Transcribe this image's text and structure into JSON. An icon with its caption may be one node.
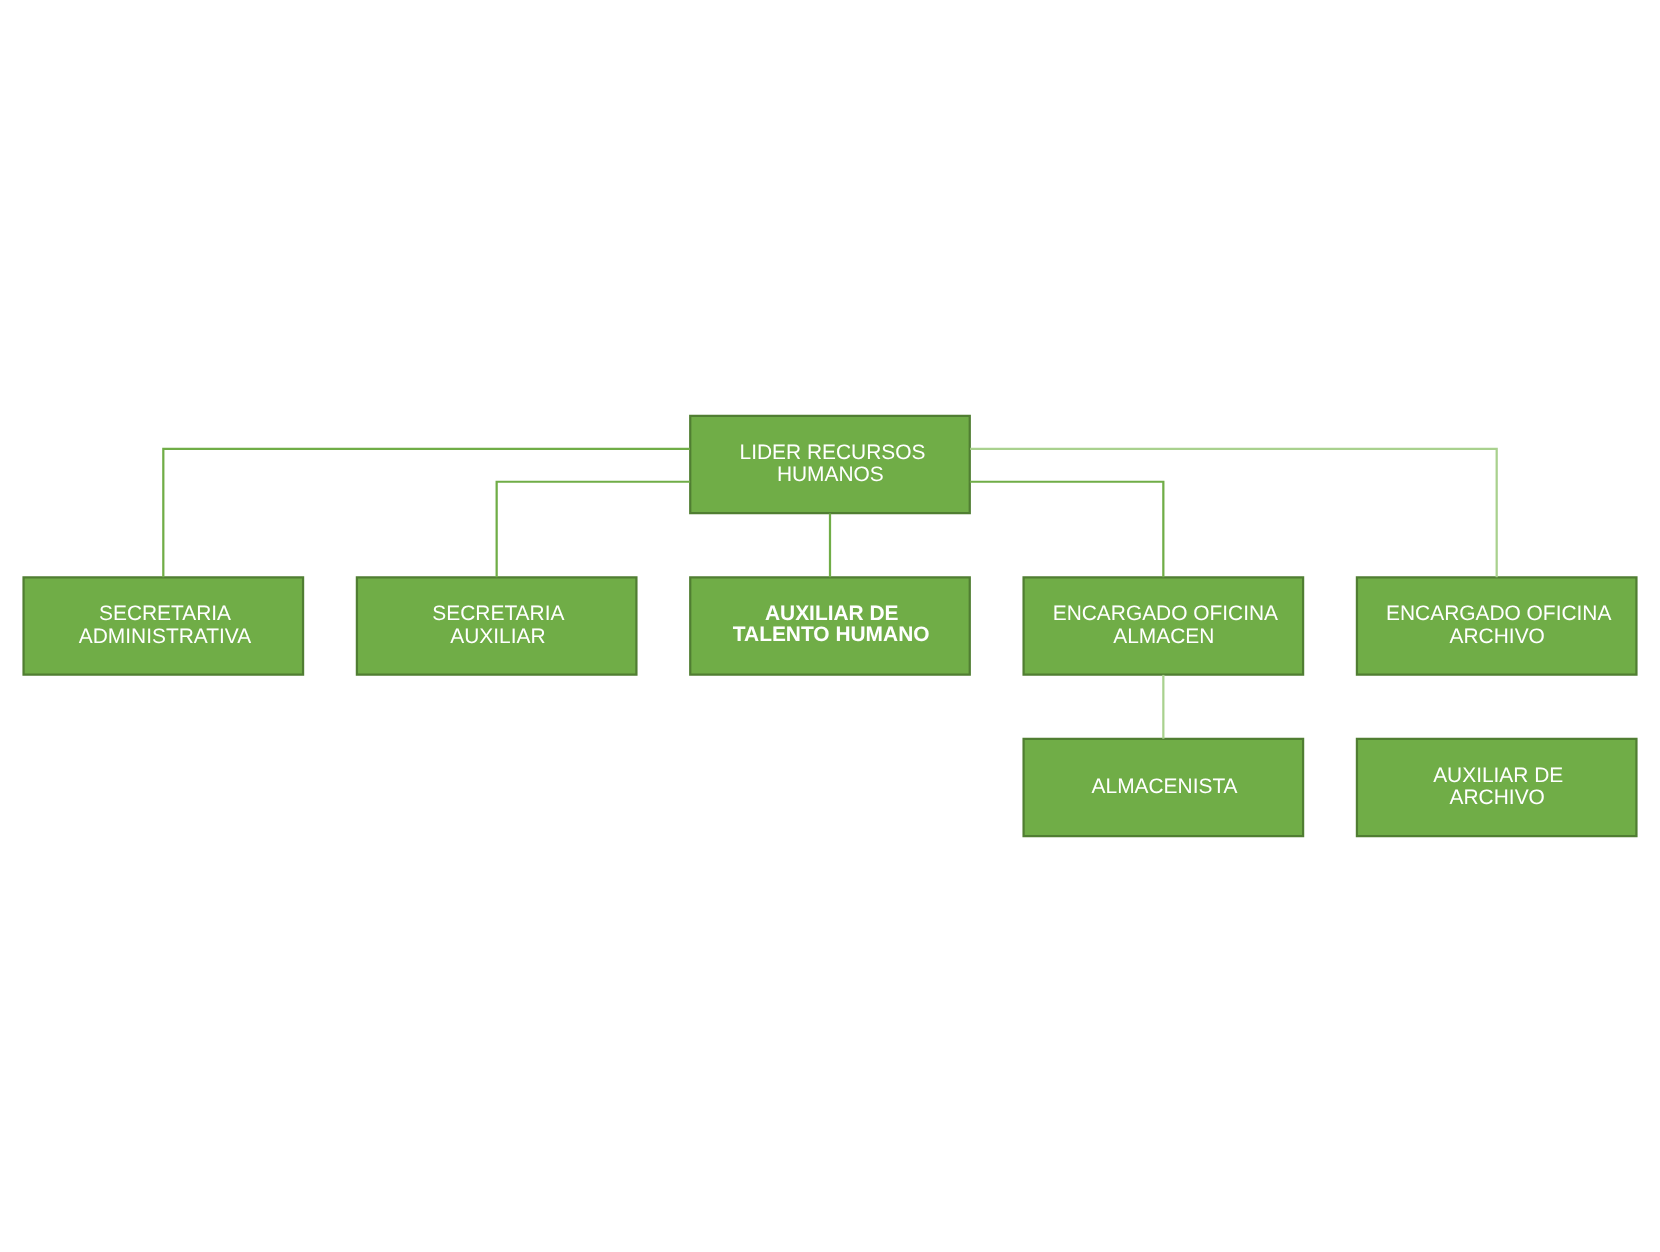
{
  "diagram": {
    "nodes": [
      {
        "text": [
          "LIDER RECURSOS HUMANOS"
        ]
      },
      {
        "text": [
          "SECRETARIA ADMINISTRATIVA"
        ]
      },
      {
        "text": [
          "SECRETARIA AUXILIAR"
        ]
      },
      {
        "text": [
          "AUXILIAR DE TALENTO HUMANO"
        ]
      },
      {
        "text": [
          "ENCARGADO OFICINA ALMACEN"
        ]
      },
      {
        "text": [
          "ENCARGADO OFICINA ARCHIVO"
        ]
      },
      {
        "text": [
          "ALMACENISTA"
        ]
      },
      {
        "text": [
          "AUXILIAR DE ARCHIVO"
        ]
      }
    ],
    "edges": [
      {
        "from": 0,
        "to": 1,
        "arrow": "none"
      },
      {
        "from": 0,
        "to": 2,
        "arrow": "none"
      },
      {
        "from": 0,
        "to": 3,
        "arrow": "none"
      },
      {
        "from": 0,
        "to": 4,
        "arrow": "none"
      },
      {
        "from": 0,
        "to": 5,
        "arrow": "none",
        "color": "#a9d18e"
      },
      {
        "from": 4,
        "to": 6,
        "arrow": "none",
        "color": "#a9d18e"
      }
    ]
  }
}
